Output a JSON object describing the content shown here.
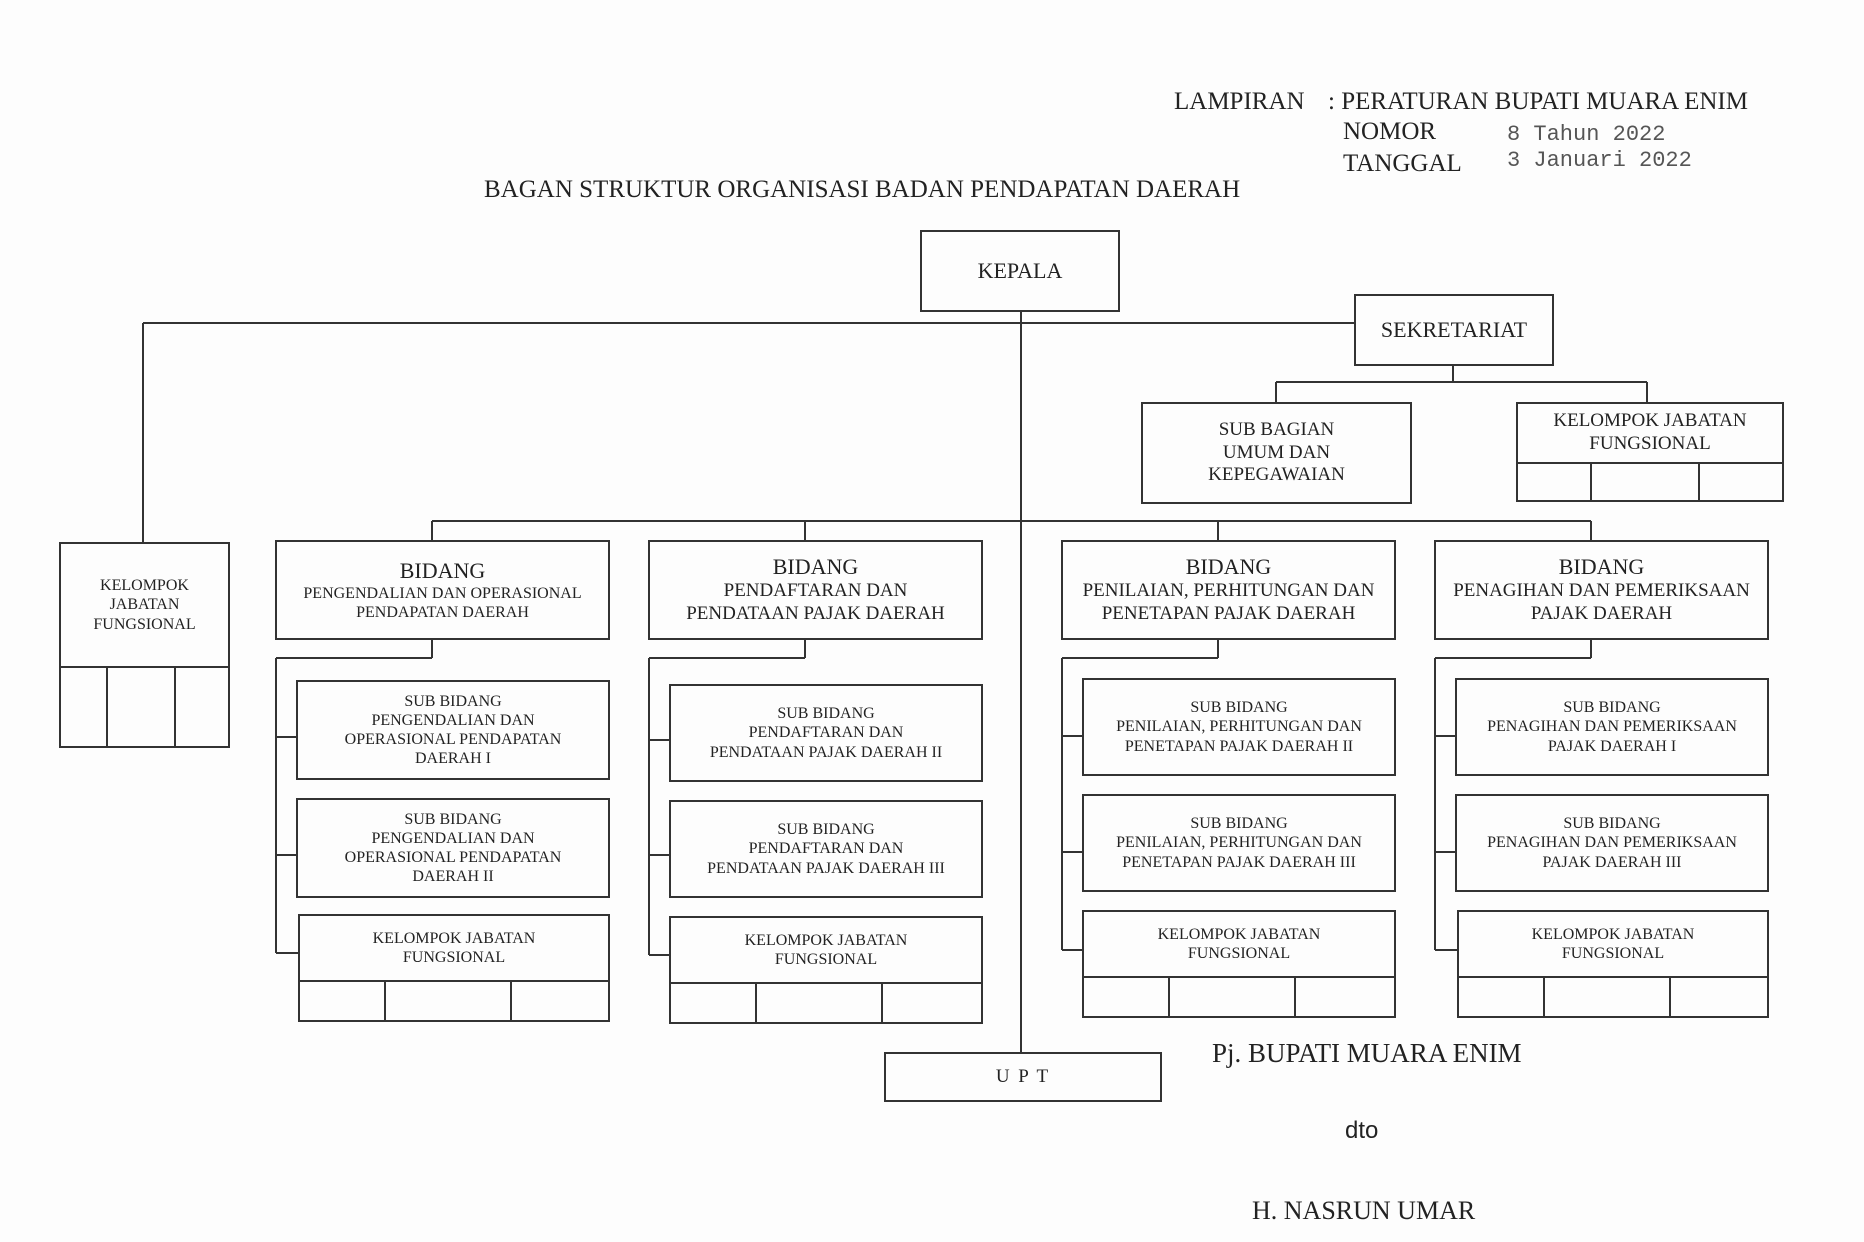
{
  "header": {
    "lampiran_label": "LAMPIRAN",
    "lampiran_value": ": PERATURAN BUPATI  MUARA ENIM",
    "nomor_label": "NOMOR",
    "nomor_value": "8 Tahun 2022",
    "tanggal_label": "TANGGAL",
    "tanggal_value": "3 Januari 2022"
  },
  "title": "BAGAN STRUKTUR ORGANISASI BADAN PENDAPATAN DAERAH",
  "org": {
    "kepala": "KEPALA",
    "sekretariat": "SEKRETARIAT",
    "subbag_umum": [
      "SUB BAGIAN",
      "UMUM DAN",
      "KEPEGAWAIAN"
    ],
    "kjf_sekretariat": [
      "KELOMPOK JABATAN",
      "FUNGSIONAL"
    ],
    "kjf_left": [
      "KELOMPOK",
      "JABATAN",
      "FUNGSIONAL"
    ],
    "upt": "U P T",
    "bidang": [
      {
        "title": [
          "BIDANG",
          "PENGENDALIAN DAN OPERASIONAL",
          "PENDAPATAN DAERAH"
        ],
        "subs": [
          [
            "SUB BIDANG",
            "PENGENDALIAN DAN",
            "OPERASIONAL PENDAPATAN",
            "DAERAH I"
          ],
          [
            "SUB BIDANG",
            "PENGENDALIAN DAN",
            "OPERASIONAL PENDAPATAN",
            "DAERAH II"
          ]
        ],
        "kjf": [
          "KELOMPOK JABATAN",
          "FUNGSIONAL"
        ]
      },
      {
        "title": [
          "BIDANG",
          "PENDAFTARAN DAN",
          "PENDATAAN PAJAK DAERAH"
        ],
        "subs": [
          [
            "SUB BIDANG",
            "PENDAFTARAN DAN",
            "PENDATAAN PAJAK DAERAH II"
          ],
          [
            "SUB BIDANG",
            "PENDAFTARAN DAN",
            "PENDATAAN PAJAK DAERAH III"
          ]
        ],
        "kjf": [
          "KELOMPOK JABATAN",
          "FUNGSIONAL"
        ]
      },
      {
        "title": [
          "BIDANG",
          "PENILAIAN, PERHITUNGAN DAN",
          "PENETAPAN PAJAK DAERAH"
        ],
        "subs": [
          [
            "SUB BIDANG",
            "PENILAIAN, PERHITUNGAN DAN",
            "PENETAPAN PAJAK DAERAH II"
          ],
          [
            "SUB BIDANG",
            "PENILAIAN, PERHITUNGAN DAN",
            "PENETAPAN PAJAK DAERAH III"
          ]
        ],
        "kjf": [
          "KELOMPOK JABATAN",
          "FUNGSIONAL"
        ]
      },
      {
        "title": [
          "BIDANG",
          "PENAGIHAN DAN PEMERIKSAAN",
          "PAJAK DAERAH"
        ],
        "subs": [
          [
            "SUB BIDANG",
            "PENAGIHAN DAN PEMERIKSAAN",
            "PAJAK DAERAH I"
          ],
          [
            "SUB BIDANG",
            "PENAGIHAN DAN PEMERIKSAAN",
            "PAJAK DAERAH III"
          ]
        ],
        "kjf": [
          "KELOMPOK JABATAN",
          "FUNGSIONAL"
        ]
      }
    ]
  },
  "signature": {
    "position": "Pj. BUPATI MUARA ENIM",
    "dto": "dto",
    "name": "H. NASRUN UMAR"
  }
}
